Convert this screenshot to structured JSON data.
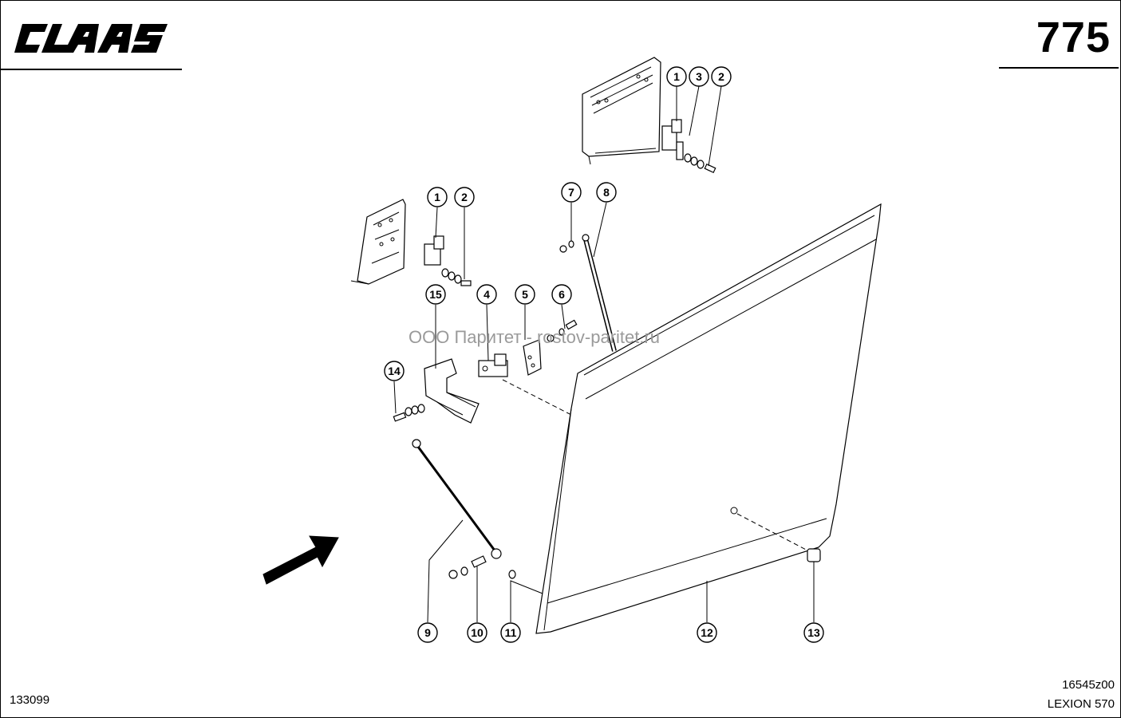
{
  "header": {
    "brand": "CLAAS",
    "page_number": "775"
  },
  "watermark": "ООО Паритет - rostov-paritet.ru",
  "footer": {
    "doc_number": "133099",
    "drawing_id": "16545z00",
    "model": "LEXION 570"
  },
  "callouts": [
    "1",
    "3",
    "2",
    "1",
    "2",
    "7",
    "8",
    "15",
    "4",
    "5",
    "6",
    "14",
    "9",
    "10",
    "11",
    "12",
    "13"
  ]
}
